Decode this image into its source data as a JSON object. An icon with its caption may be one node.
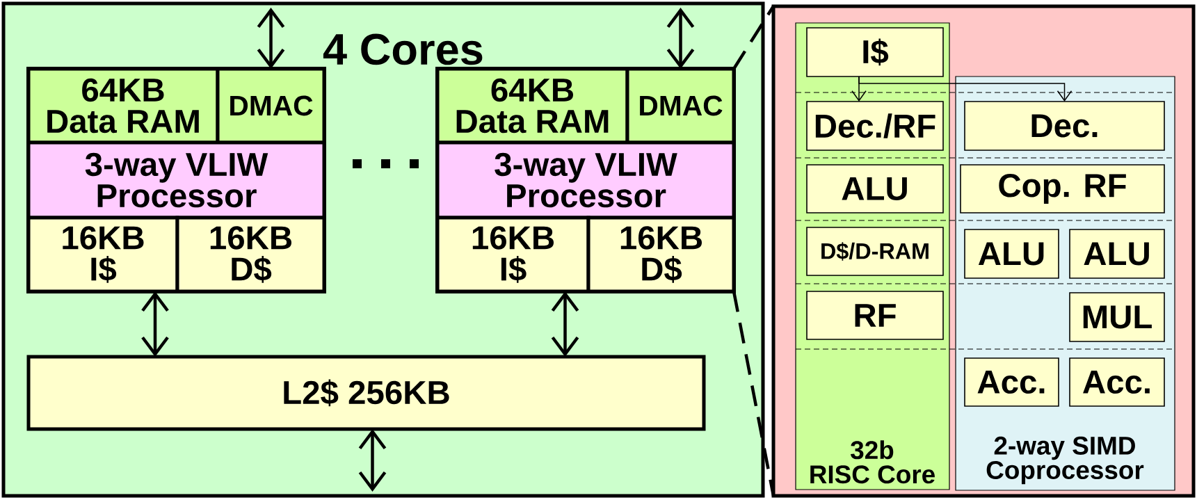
{
  "diagram": {
    "nodes": [
      {
        "text": [
          "4 Cores"
        ]
      },
      {
        "text": [],
        "shape": "box",
        "in": 0
      },
      {
        "text": [
          "64KB Data RAM"
        ],
        "in": 1
      },
      {
        "text": [
          "DMAC"
        ],
        "in": 1
      },
      {
        "text": [
          "3-way VLIW Processor"
        ],
        "in": 1
      },
      {
        "text": [
          "16KB I$"
        ],
        "in": 1
      },
      {
        "text": [
          "16KB D$"
        ],
        "in": 1
      },
      {
        "text": [],
        "shape": "box",
        "in": 0
      },
      {
        "text": [
          "64KB Data RAM"
        ],
        "in": 7
      },
      {
        "text": [
          "DMAC"
        ],
        "in": 7
      },
      {
        "text": [
          "3-way VLIW Processor"
        ],
        "in": 7
      },
      {
        "text": [
          "16KB I$"
        ],
        "in": 7
      },
      {
        "text": [
          "16KB D$"
        ],
        "in": 7
      },
      {
        "text": [
          "L2$ 256KB"
        ],
        "in": 0
      },
      {
        "text": [],
        "shape": "box"
      },
      {
        "text": [
          "32b RISC Core"
        ],
        "in": 14
      },
      {
        "text": [
          "I$"
        ],
        "in": 15
      },
      {
        "text": [
          "Dec./RF"
        ],
        "in": 15
      },
      {
        "text": [
          "ALU"
        ],
        "in": 15
      },
      {
        "text": [
          "D$/D-RAM"
        ],
        "in": 15
      },
      {
        "text": [
          "RF"
        ],
        "in": 15
      },
      {
        "text": [
          "2-way SIMD Coprocessor"
        ],
        "in": 14
      },
      {
        "text": [
          "Dec."
        ],
        "in": 21
      },
      {
        "text": [
          "Cop. RF"
        ],
        "in": 21
      },
      {
        "text": [
          "ALU"
        ],
        "in": 21
      },
      {
        "text": [
          "ALU"
        ],
        "in": 21
      },
      {
        "text": [
          "MUL"
        ],
        "in": 21
      },
      {
        "text": [
          "Acc."
        ],
        "in": 21
      },
      {
        "text": [
          "Acc."
        ],
        "in": 21
      }
    ],
    "edges": [
      {
        "from": null,
        "to": 3,
        "arrow": "both"
      },
      {
        "from": null,
        "to": 9,
        "arrow": "both"
      },
      {
        "from": 5,
        "to": 13,
        "arrow": "both"
      },
      {
        "from": 11,
        "to": 13,
        "arrow": "both"
      },
      {
        "from": 13,
        "to": null,
        "arrow": "both"
      },
      {
        "from": 7,
        "to": 14,
        "arrow": "none",
        "style": "dashed"
      },
      {
        "from": 7,
        "to": 14,
        "arrow": "none",
        "style": "dashed"
      },
      {
        "from": 16,
        "to": 17,
        "arrow": "to"
      },
      {
        "from": 16,
        "to": 22,
        "arrow": "to"
      }
    ]
  }
}
